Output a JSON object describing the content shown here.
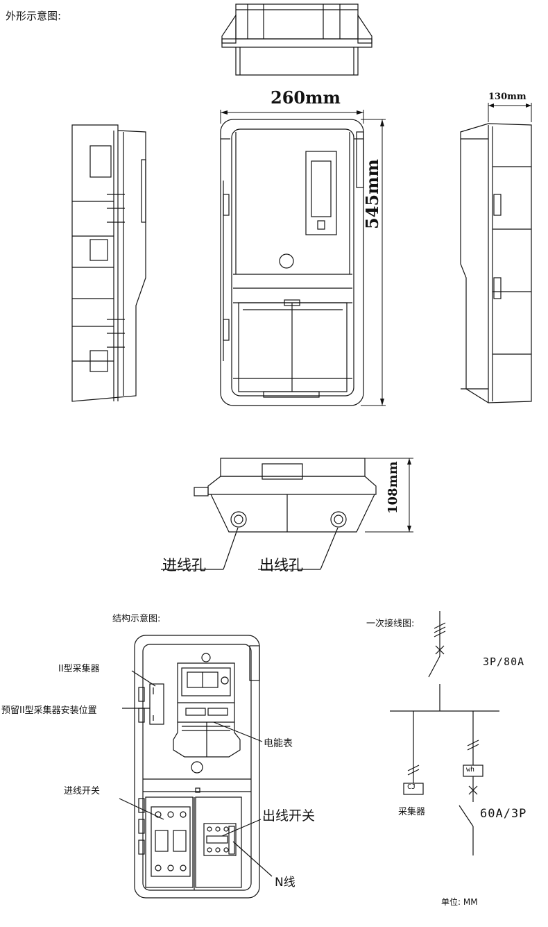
{
  "titles": {
    "appearance": "外形示意图:",
    "structure": "结构示意图:",
    "wiring": "一次接线图:"
  },
  "dimensions": {
    "width": "260mm",
    "height": "545mm",
    "depth_side": "130mm",
    "depth_bottom": "108mm"
  },
  "holes": {
    "inlet": "进线孔",
    "outlet": "出线孔"
  },
  "structure_labels": {
    "collector": "II型采集器",
    "reserved": "预留II型采集器安装位置",
    "meter": "电能表",
    "in_switch": "进线开关",
    "out_switch": "出线开关",
    "n_line": "N线"
  },
  "wiring_labels": {
    "main_breaker": "3P/80A",
    "branch_breaker": "60A/3P",
    "collector": "采集器",
    "cj_box": "CJ",
    "wh_box": "wh"
  },
  "unit": "单位: MM"
}
